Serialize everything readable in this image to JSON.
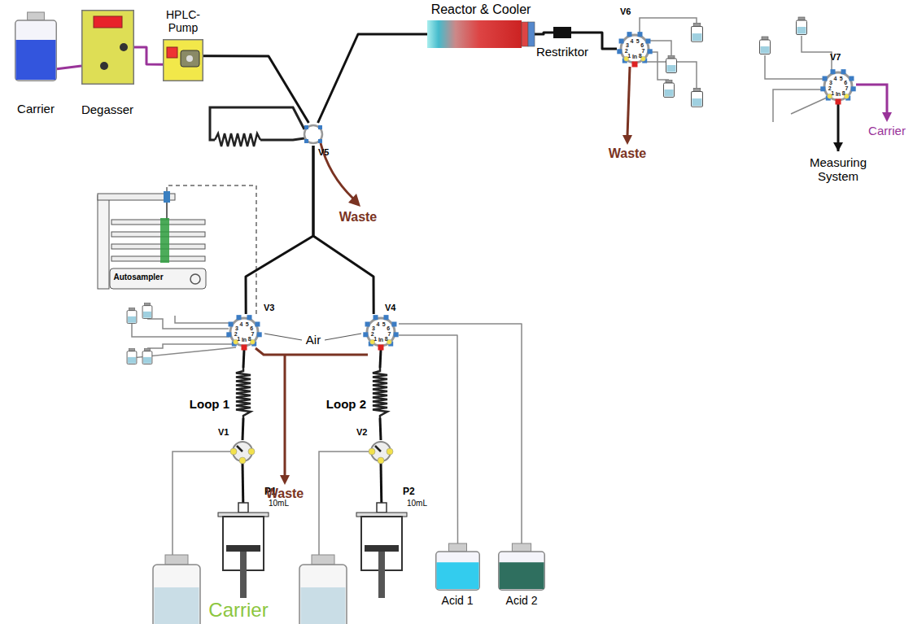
{
  "diagram": {
    "nodes": [
      {
        "text": [
          "Carrier"
        ]
      },
      {
        "text": [
          "Degasser"
        ]
      },
      {
        "text": [
          "HPLC-Pump"
        ]
      },
      {
        "text": [
          "V5"
        ]
      },
      {
        "text": [
          "Reactor & Cooler"
        ]
      },
      {
        "text": [
          "Restriktor"
        ]
      },
      {
        "text": [
          "V6"
        ]
      },
      {
        "text": [
          "V7"
        ]
      },
      {
        "text": [
          "Measuring System"
        ]
      },
      {
        "text": [
          "Autosampler"
        ]
      },
      {
        "text": [
          "V3"
        ]
      },
      {
        "text": [
          "V4"
        ]
      },
      {
        "text": [
          "Loop 1"
        ]
      },
      {
        "text": [
          "Loop 2"
        ]
      },
      {
        "text": [
          "V1"
        ]
      },
      {
        "text": [
          "V2"
        ]
      },
      {
        "text": [
          "P1",
          "10mL"
        ]
      },
      {
        "text": [
          "P2",
          "10mL"
        ]
      },
      {
        "text": [
          "Acid 1"
        ]
      },
      {
        "text": [
          "Acid 2"
        ]
      }
    ],
    "edges": [
      {
        "from": 0,
        "to": 1,
        "arrow": "none"
      },
      {
        "from": 1,
        "to": 2,
        "arrow": "none"
      },
      {
        "from": 2,
        "to": 3,
        "arrow": "none"
      },
      {
        "from": 3,
        "to": 4,
        "arrow": "none"
      },
      {
        "from": 4,
        "to": 5,
        "arrow": "none"
      },
      {
        "from": 5,
        "to": 6,
        "arrow": "none"
      },
      {
        "from": 7,
        "to": 8,
        "arrow": "to"
      },
      {
        "from": 9,
        "to": 10,
        "arrow": "none"
      },
      {
        "from": 10,
        "to": 3,
        "arrow": "none"
      },
      {
        "from": 11,
        "to": 3,
        "arrow": "none"
      },
      {
        "from": 12,
        "to": 10,
        "arrow": "none"
      },
      {
        "from": 13,
        "to": 11,
        "arrow": "none"
      },
      {
        "from": 14,
        "to": 12,
        "arrow": "none"
      },
      {
        "from": 15,
        "to": 13,
        "arrow": "none"
      },
      {
        "from": 16,
        "to": 14,
        "arrow": "none"
      },
      {
        "from": 17,
        "to": 15,
        "arrow": "none"
      },
      {
        "from": 18,
        "to": 11,
        "arrow": "none"
      },
      {
        "from": 19,
        "to": 11,
        "arrow": "none"
      }
    ],
    "labels": [
      "Waste",
      "Waste",
      "Waste",
      "Carrier",
      "Air",
      "Carrier",
      "1",
      "2",
      "3",
      "4",
      "5",
      "6",
      "7",
      "8",
      "In",
      "1",
      "2",
      "3",
      "4",
      "5",
      "6",
      "7",
      "8",
      "In",
      "1",
      "2",
      "3",
      "4",
      "5",
      "6",
      "7",
      "8",
      "In",
      "1",
      "2",
      "3",
      "4",
      "5",
      "6",
      "7",
      "8",
      "In"
    ]
  }
}
